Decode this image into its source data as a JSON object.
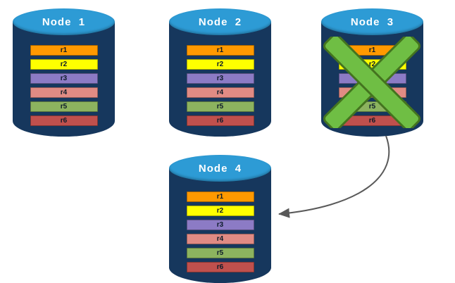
{
  "diagram": {
    "colors": {
      "cylinder_body": "#16375D",
      "cylinder_top": "#2D9BD5"
    },
    "failure": {
      "x_color": "#6FBE44",
      "x_outline": "#44741F"
    },
    "arrow": {
      "color": "#595959"
    },
    "nodes": [
      {
        "label": "Node  1",
        "rows": [
          {
            "label": "r1",
            "color": "#FF9900"
          },
          {
            "label": "r2",
            "color": "#FFFF00"
          },
          {
            "label": "r3",
            "color": "#8C7BC5"
          },
          {
            "label": "r4",
            "color": "#E08B84"
          },
          {
            "label": "r5",
            "color": "#8CB35F"
          },
          {
            "label": "r6",
            "color": "#C0504D"
          }
        ]
      },
      {
        "label": "Node  2",
        "rows": [
          {
            "label": "r1",
            "color": "#FF9900"
          },
          {
            "label": "r2",
            "color": "#FFFF00"
          },
          {
            "label": "r3",
            "color": "#8C7BC5"
          },
          {
            "label": "r4",
            "color": "#E08B84"
          },
          {
            "label": "r5",
            "color": "#8CB35F"
          },
          {
            "label": "r6",
            "color": "#C0504D"
          }
        ]
      },
      {
        "label": "Node  3",
        "rows": [
          {
            "label": "r1",
            "color": "#FF9900"
          },
          {
            "label": "r2",
            "color": "#FFFF00"
          },
          {
            "label": "r3",
            "color": "#8C7BC5"
          },
          {
            "label": "r4",
            "color": "#E08B84"
          },
          {
            "label": "r5",
            "color": "#8CB35F"
          },
          {
            "label": "r6",
            "color": "#C0504D"
          }
        ]
      },
      {
        "label": "Node  4",
        "rows": [
          {
            "label": "r1",
            "color": "#FF9900"
          },
          {
            "label": "r2",
            "color": "#FFFF00"
          },
          {
            "label": "r3",
            "color": "#8C7BC5"
          },
          {
            "label": "r4",
            "color": "#E08B84"
          },
          {
            "label": "r5",
            "color": "#8CB35F"
          },
          {
            "label": "r6",
            "color": "#C0504D"
          }
        ]
      }
    ]
  }
}
